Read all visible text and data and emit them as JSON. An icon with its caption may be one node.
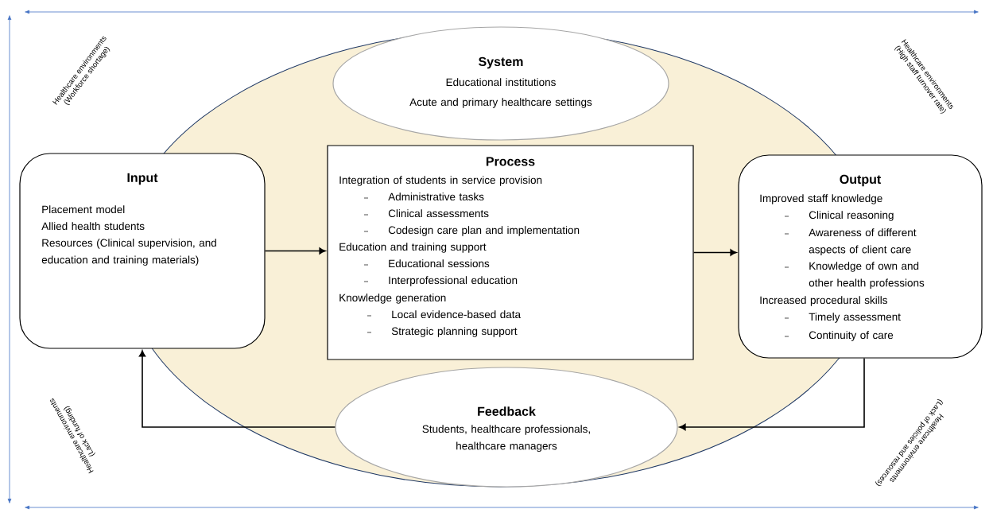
{
  "diagram": {
    "nodes": [
      {
        "text": [
          "System",
          "Educational institutions",
          "Acute and primary healthcare settings"
        ]
      },
      {
        "text": [
          "Input",
          "Placement model",
          "Allied health students",
          "Resources (Clinical supervision, and education and training materials)"
        ]
      },
      {
        "text": [
          "Process",
          "Integration of students in service provision",
          "Administrative tasks",
          "Clinical assessments",
          "Codesign care plan and implementation",
          "Education and training support",
          "Educational sessions",
          "Interprofessional education",
          "Knowledge generation",
          "Local evidence-based data",
          "Strategic planning support"
        ]
      },
      {
        "text": [
          "Output",
          "Improved staff knowledge",
          "Clinical reasoning",
          "Awareness of different aspects of client care",
          "Knowledge of own and other health professions",
          "Increased procedural skills",
          "Timely assessment",
          "Continuity of care"
        ]
      },
      {
        "text": [
          "Feedback",
          "Students, healthcare professionals, healthcare managers"
        ]
      }
    ],
    "edges": [
      {
        "from": 1,
        "to": 2,
        "arrow": "to"
      },
      {
        "from": 2,
        "to": 3,
        "arrow": "to"
      },
      {
        "from": 3,
        "to": 4,
        "arrow": "to"
      },
      {
        "from": 4,
        "to": 1,
        "arrow": "to"
      }
    ],
    "labels": [
      "Healthcare environments",
      "(Workforce shortage)",
      "Healthcare environments",
      "(High staff turnover rate)",
      "Healthcare environments",
      "(Lack of funding)",
      "Healthcare environments",
      "(Lack of policies and resources)"
    ]
  }
}
